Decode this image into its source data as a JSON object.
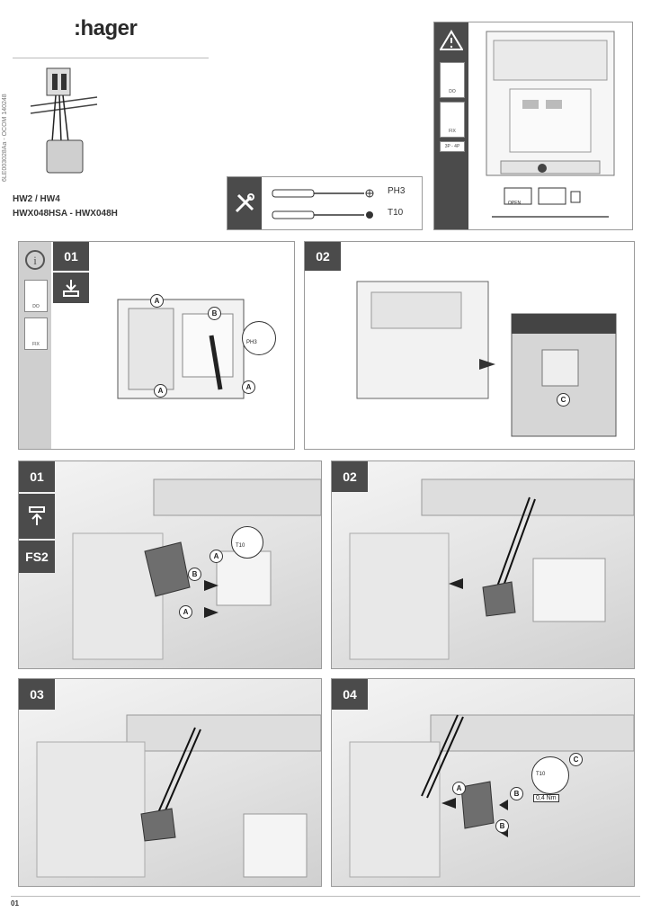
{
  "header": {
    "brand": ":hager",
    "doc_ref": "6LE003028Aa - OCOM 140248",
    "model_line1": "HW2 / HW4",
    "model_line2": "HWX048HSA - HWX048H"
  },
  "tools": {
    "tool1": "PH3",
    "tool2": "T10"
  },
  "warning_panel": {
    "tags": [
      "DO",
      "FIX",
      "3P - 4P"
    ],
    "labels": [
      "OPEN"
    ]
  },
  "info_panel": {
    "tags": [
      "DO",
      "FIX"
    ]
  },
  "steps_top": [
    {
      "num": "01",
      "callouts": [
        "A",
        "B",
        "A",
        "A"
      ],
      "tool": "PH3"
    },
    {
      "num": "02",
      "callouts": [
        "C"
      ]
    }
  ],
  "steps_bottom": [
    {
      "num": "01",
      "side_label": "FS2",
      "callouts": [
        "A",
        "B",
        "A"
      ],
      "tool": "T10"
    },
    {
      "num": "02"
    },
    {
      "num": "03"
    },
    {
      "num": "04",
      "callouts": [
        "A",
        "B",
        "B",
        "C"
      ],
      "tool": "T10",
      "torque": "0,4 Nm"
    }
  ],
  "footer": {
    "page": "01"
  }
}
